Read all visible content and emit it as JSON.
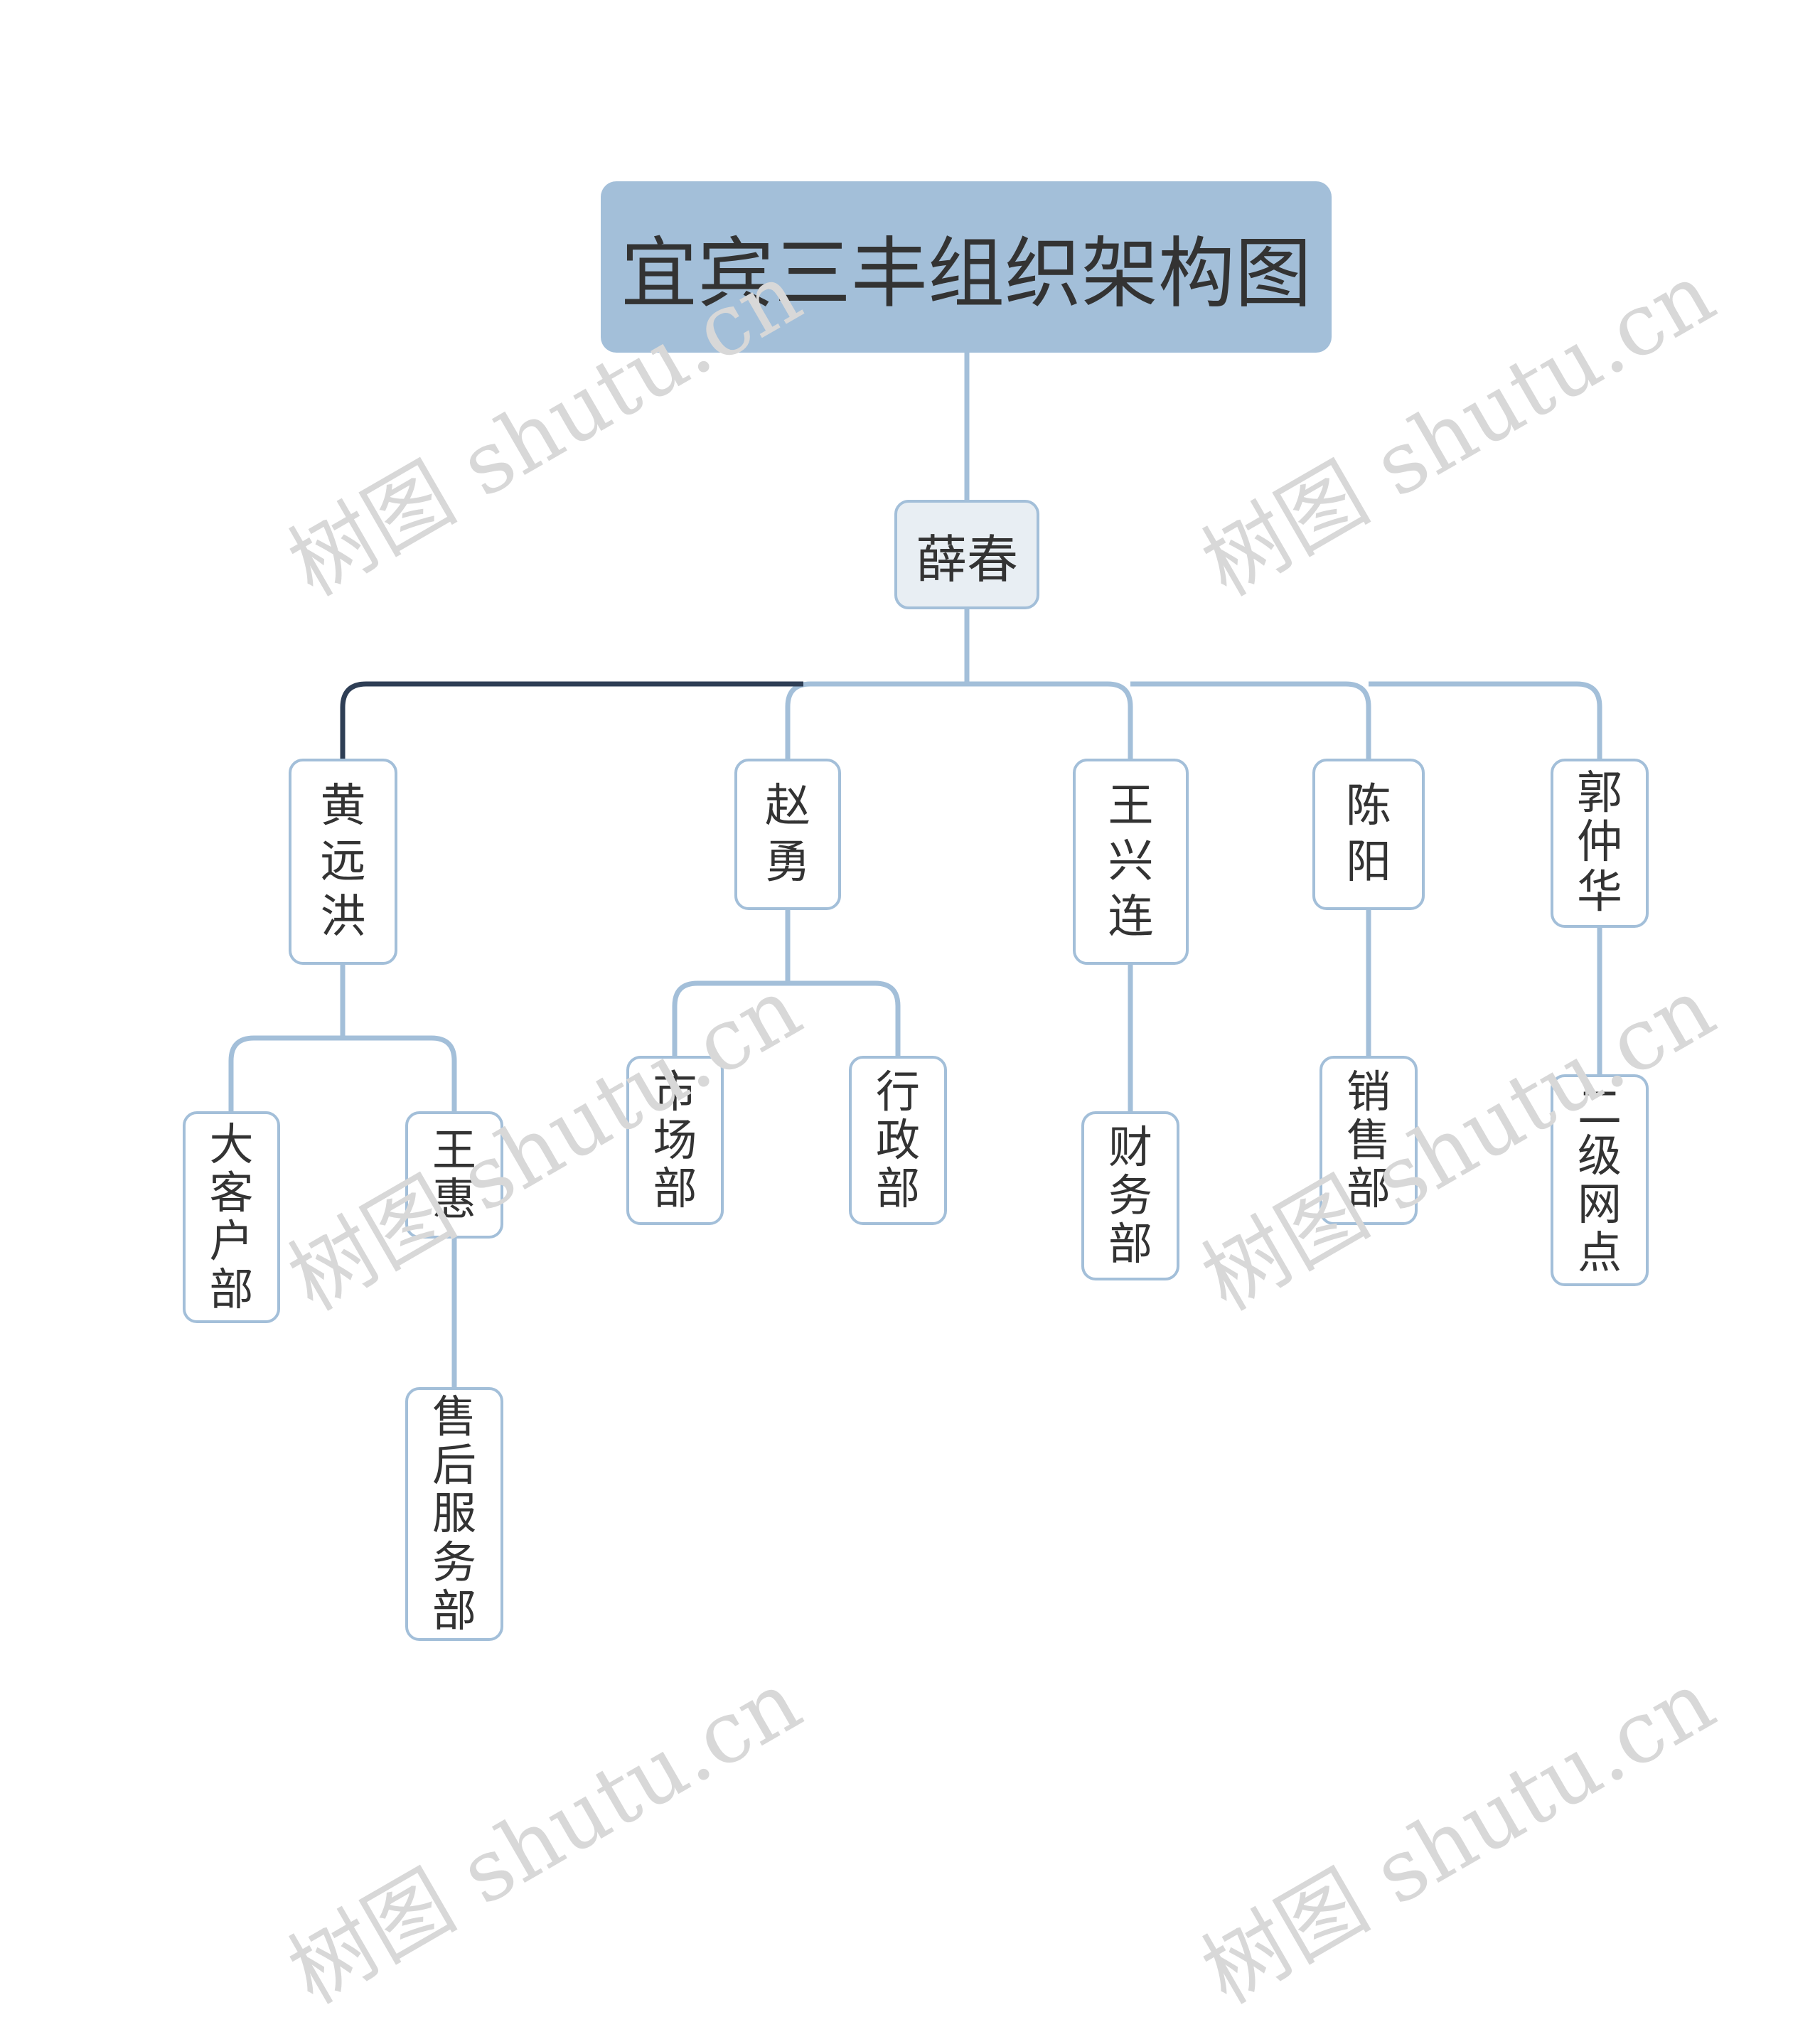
{
  "title": "宜宾三丰组织架构图",
  "root_child": "薛春",
  "managers": [
    "黄远洪",
    "赵勇",
    "王兴连",
    "陈阳",
    "郭仲华"
  ],
  "departments": {
    "d1": "大客户部",
    "d2": "王惠",
    "d3": "售后服务部",
    "d4": "市场部",
    "d5": "行政部",
    "d6": "财务部",
    "d7": "销售部",
    "d8": "二级网点"
  },
  "watermark": "树图 shutu.cn",
  "colors": {
    "root_fill": "#a3bfd9",
    "node_border": "#a3bfd9",
    "level1_fill": "#e8eef3",
    "connector": "#a3bfd9",
    "connector_selected": "#2e3e55",
    "text": "#333333",
    "watermark": "#d8d8d8"
  }
}
